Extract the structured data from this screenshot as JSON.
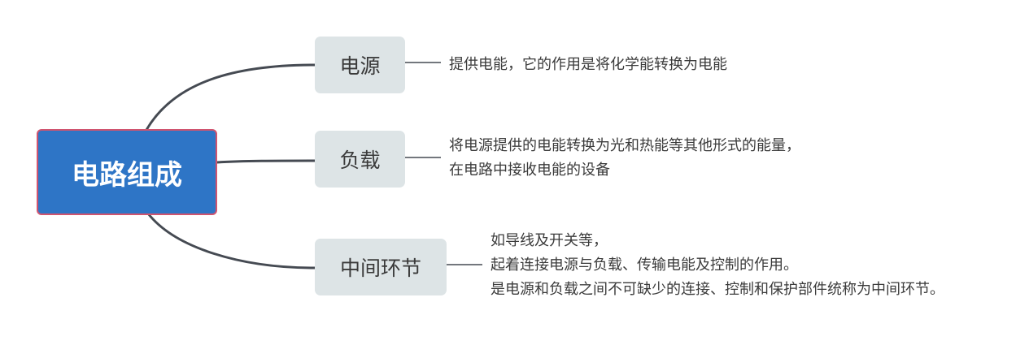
{
  "root": {
    "label": "电路组成"
  },
  "branches": [
    {
      "label": "电源",
      "description": [
        "提供电能，它的作用是将化学能转换为电能"
      ]
    },
    {
      "label": "负载",
      "description": [
        "将电源提供的电能转换为光和热能等其他形式的能量，",
        "在电路中接收电能的设备"
      ]
    },
    {
      "label": "中间环节",
      "description": [
        "如导线及开关等，",
        "起着连接电源与负载、传输电能及控制的作用。",
        "是电源和负载之间不可缺少的连接、控制和保护部件统称为中间环节。"
      ]
    }
  ],
  "colors": {
    "root_fill": "#2e75c6",
    "root_border": "#d0546f",
    "branch_fill": "#dde4e6",
    "connector": "#454a52"
  }
}
